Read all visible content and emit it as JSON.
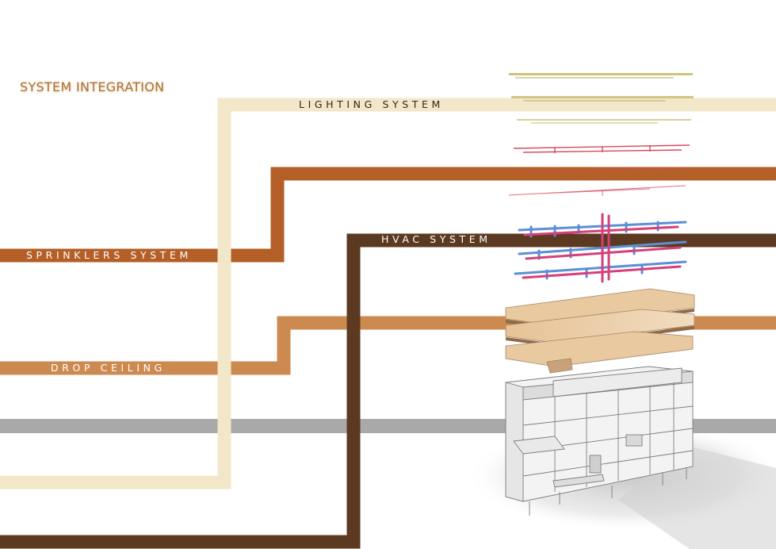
{
  "title": "SYSTEM INTEGRATION",
  "systems": {
    "lighting": {
      "label": "LIGHTING SYSTEM",
      "color": "#f2e7c9"
    },
    "sprinklers": {
      "label": "SPRINKLERS SYSTEM",
      "color": "#b45f27"
    },
    "hvac": {
      "label": "HVAC SYSTEM",
      "color": "#5c3a21"
    },
    "drop_ceiling": {
      "label": "DROP CEILING",
      "color": "#cd8a50"
    },
    "structure": {
      "color": "#a9a9a9"
    }
  },
  "colors": {
    "duct_blue": "#5b8fd6",
    "duct_pink": "#d63f7a",
    "sprinkler_red": "#d84a5e",
    "ceiling_tan": "#e8c9a0",
    "light_dots": "#b8a94a"
  }
}
